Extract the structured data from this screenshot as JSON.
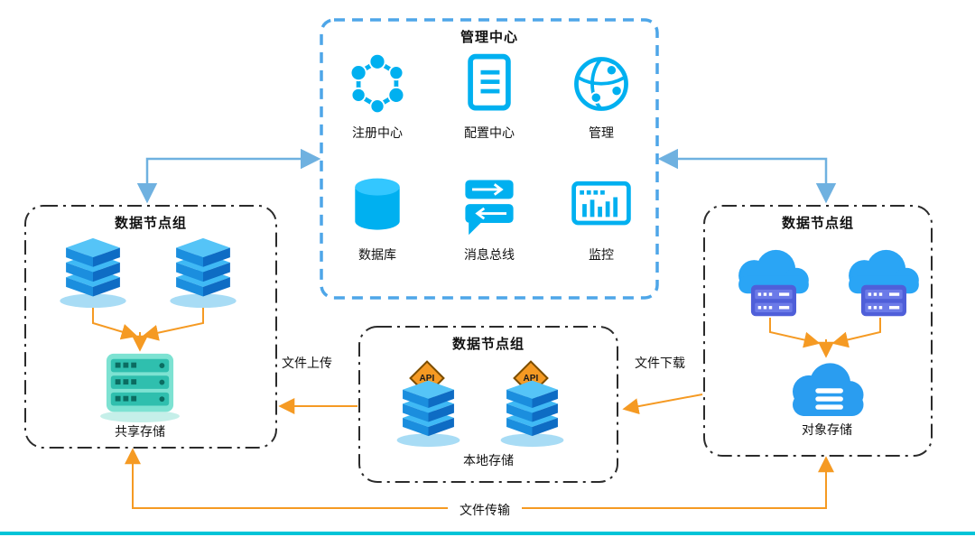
{
  "diagram": {
    "management": {
      "title": "管理中心",
      "items": [
        {
          "label": "注册中心",
          "icon": "registry-network-icon"
        },
        {
          "label": "配置中心",
          "icon": "config-document-icon"
        },
        {
          "label": "管理",
          "icon": "globe-management-icon"
        },
        {
          "label": "数据库",
          "icon": "database-cylinder-icon"
        },
        {
          "label": "消息总线",
          "icon": "message-bus-icon"
        },
        {
          "label": "监控",
          "icon": "monitor-chart-icon"
        }
      ]
    },
    "left_group": {
      "title": "数据节点组",
      "storage_label": "共享存储"
    },
    "center_group": {
      "title": "数据节点组",
      "storage_label": "本地存储",
      "api_badge": "API"
    },
    "right_group": {
      "title": "数据节点组",
      "storage_label": "对象存储"
    },
    "edges": {
      "upload": "文件上传",
      "download": "文件下载",
      "transfer": "文件传输"
    },
    "colors": {
      "icon_cyan": "#00b0f0",
      "management_border": "#4ea6e8",
      "group_border": "#2b2b2b",
      "arrow_orange": "#f59a23",
      "arrow_blue": "#6fb1e0",
      "bottom_bar": "#00c4d8"
    }
  }
}
